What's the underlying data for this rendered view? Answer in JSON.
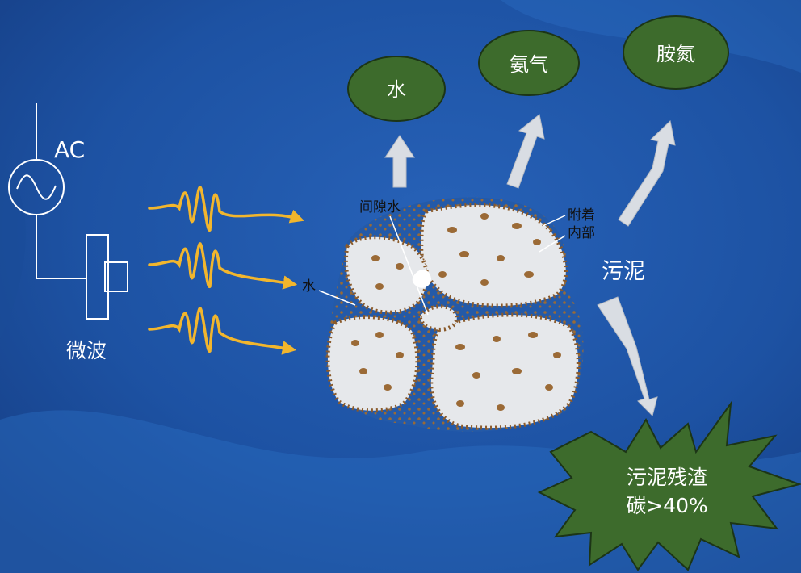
{
  "labels": {
    "ac": "AC",
    "microwave": "微波",
    "pore_water": "间隙水",
    "water_small": "水",
    "attached": "附着",
    "internal": "内部",
    "sludge": "污泥"
  },
  "outputs": {
    "water": "水",
    "ammonia": "氨气",
    "amine_nitrogen": "胺氮"
  },
  "residue": {
    "line1": "污泥残渣",
    "line2": "碳>40%"
  },
  "colors": {
    "background": "#1f56a8",
    "output_green": "#3d6b2c",
    "wave": "#f2b62d",
    "particle": "#e6e8eb",
    "dots": "#8a5a2b",
    "arrow": "#d9dde3"
  }
}
